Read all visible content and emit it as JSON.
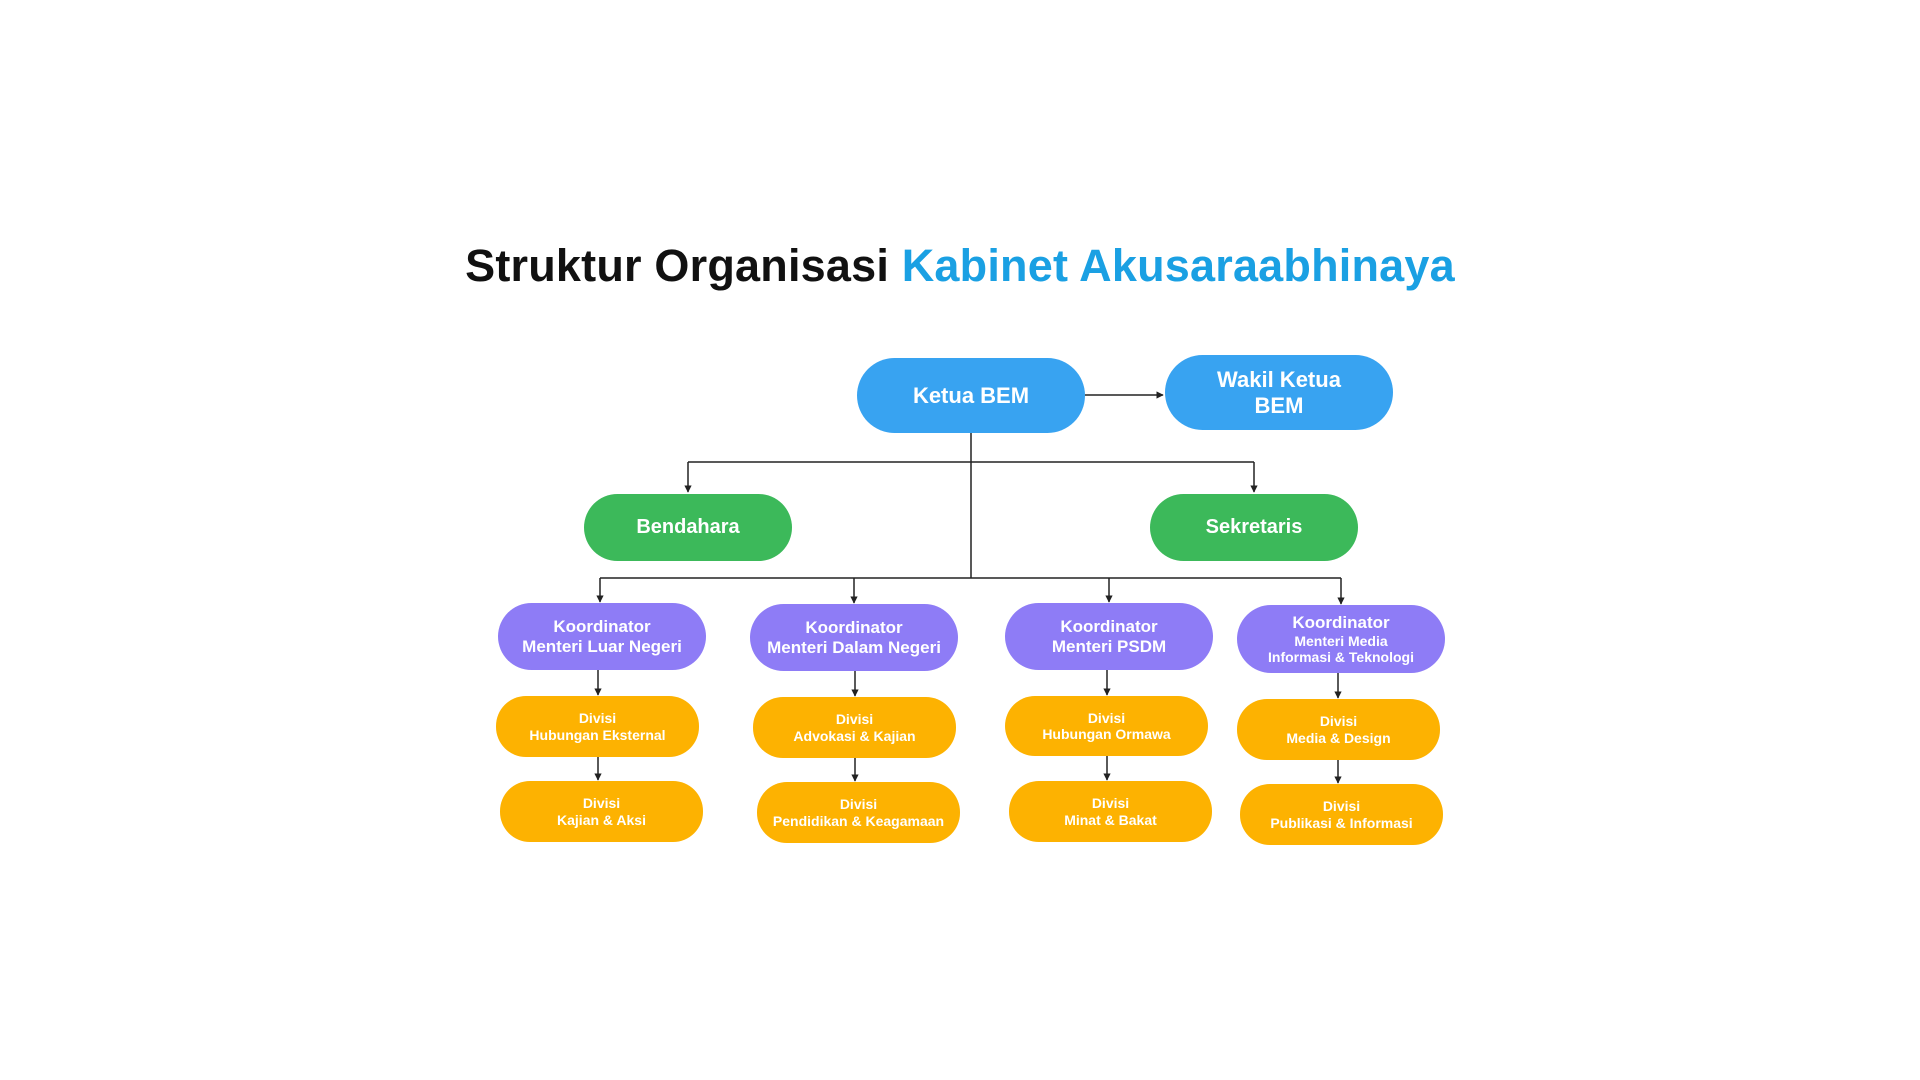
{
  "title": {
    "main": "Struktur Organisasi",
    "accent": "Kabinet Akusaraabhinaya"
  },
  "colors": {
    "title_accent": "#1aa0e3",
    "leader": "#38a3f1",
    "staff": "#3cb95a",
    "coordinator": "#8e7cf6",
    "division": "#fdb201",
    "connector": "#222222"
  },
  "nodes": {
    "ketua": "Ketua BEM",
    "wakil": {
      "line1": "Wakil Ketua",
      "line2": "BEM"
    },
    "bendahara": "Bendahara",
    "sekretaris": "Sekretaris"
  },
  "coordinators": [
    {
      "line1": "Koordinator",
      "line2": "Menteri Luar Negeri"
    },
    {
      "line1": "Koordinator",
      "line2": "Menteri Dalam Negeri"
    },
    {
      "line1": "Koordinator",
      "line2": "Menteri PSDM"
    },
    {
      "line1": "Koordinator",
      "line2": "Menteri Media",
      "line3": "Informasi & Teknologi"
    }
  ],
  "divisions": [
    [
      {
        "line1": "Divisi",
        "line2": "Hubungan Eksternal"
      },
      {
        "line1": "Divisi",
        "line2": "Kajian & Aksi"
      }
    ],
    [
      {
        "line1": "Divisi",
        "line2": "Advokasi & Kajian"
      },
      {
        "line1": "Divisi",
        "line2": "Pendidikan & Keagamaan"
      }
    ],
    [
      {
        "line1": "Divisi",
        "line2": "Hubungan Ormawa"
      },
      {
        "line1": "Divisi",
        "line2": "Minat & Bakat"
      }
    ],
    [
      {
        "line1": "Divisi",
        "line2": "Media & Design"
      },
      {
        "line1": "Divisi",
        "line2": "Publikasi & Informasi"
      }
    ]
  ]
}
